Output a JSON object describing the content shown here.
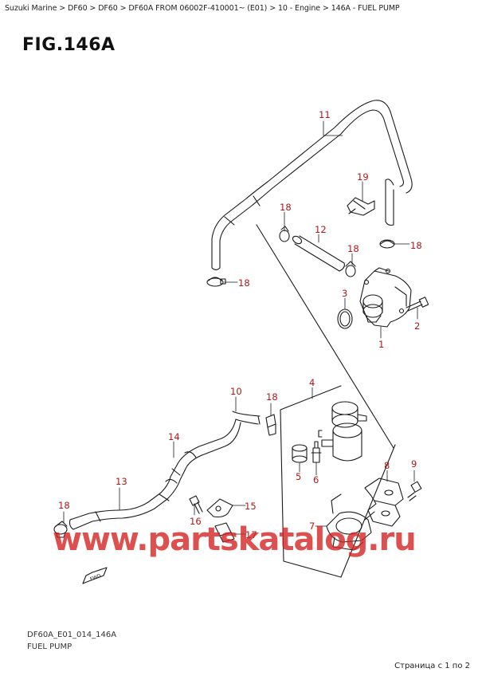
{
  "breadcrumb": "Suzuki Marine > DF60 > DF60 > DF60A FROM 06002F-410001~ (E01) > 10 - Engine > 146A - FUEL PUMP",
  "figure_title": "FIG.146A",
  "callouts": {
    "c1": "1",
    "c2": "2",
    "c3": "3",
    "c4": "4",
    "c5": "5",
    "c6": "6",
    "c7": "7",
    "c8": "8",
    "c9": "9",
    "c10": "10",
    "c11": "11",
    "c12": "12",
    "c13": "13",
    "c14": "14",
    "c15": "15",
    "c16": "16",
    "c17": "17",
    "c18": "18",
    "c19": "19"
  },
  "fwd_label": "FWD",
  "watermark": "www.partskatalog.ru",
  "drawing_code": "DF60A_E01_014_146A",
  "caption": "FUEL PUMP",
  "pager": "Страница с 1 по 2",
  "colors": {
    "callout": "#b01818",
    "watermark": "#d42020",
    "line": "#1a1a1a"
  }
}
